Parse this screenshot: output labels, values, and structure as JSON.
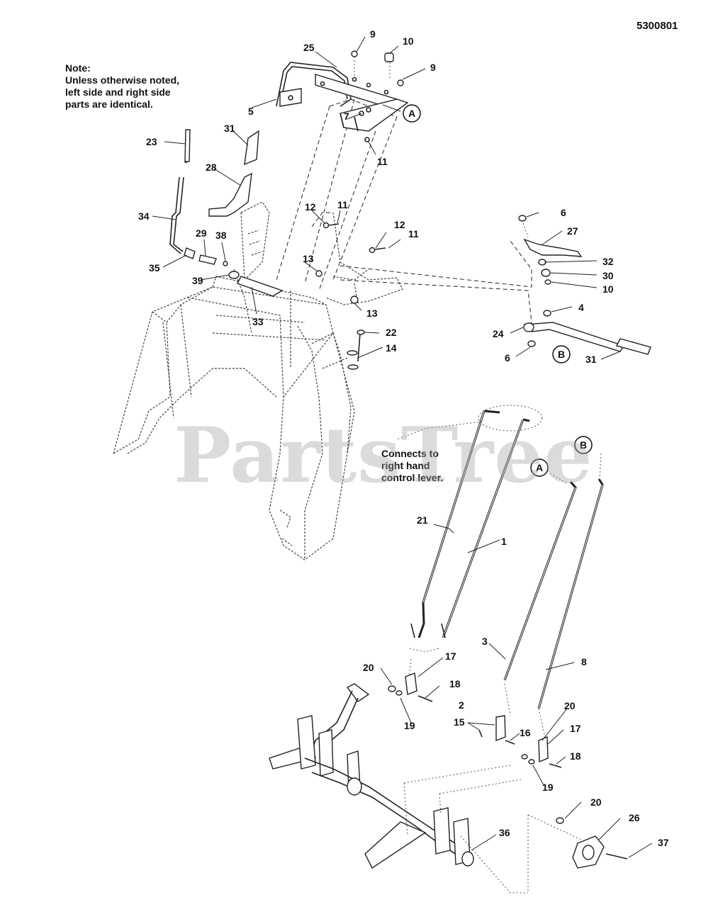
{
  "document": {
    "id": "5300801"
  },
  "note": {
    "heading": "Note:",
    "line1": "Unless otherwise noted,",
    "line2": "left side and right side",
    "line3": "parts are identical."
  },
  "callout": {
    "line1": "Connects to",
    "line2": "right hand",
    "line3": "control lever."
  },
  "watermark": "PartsTree",
  "refs": {
    "a": "A",
    "b": "B"
  },
  "labels": {
    "n1": "1",
    "n2": "2",
    "n3": "3",
    "n4": "4",
    "n5": "5",
    "n6a": "6",
    "n6b": "6",
    "n7": "7",
    "n8": "8",
    "n9a": "9",
    "n9b": "9",
    "n10a": "10",
    "n10b": "10",
    "n11a": "11",
    "n11b": "11",
    "n11c": "11",
    "n12a": "12",
    "n12b": "12",
    "n13a": "13",
    "n13b": "13",
    "n14": "14",
    "n15": "15",
    "n16": "16",
    "n17a": "17",
    "n17b": "17",
    "n18a": "18",
    "n18b": "18",
    "n19a": "19",
    "n19b": "19",
    "n20a": "20",
    "n20b": "20",
    "n20c": "20",
    "n21": "21",
    "n22": "22",
    "n23": "23",
    "n24": "24",
    "n25": "25",
    "n26": "26",
    "n27": "27",
    "n28": "28",
    "n29": "29",
    "n30": "30",
    "n31a": "31",
    "n31b": "31",
    "n32": "32",
    "n33": "33",
    "n34": "34",
    "n35": "35",
    "n36": "36",
    "n37": "37",
    "n38": "38",
    "n39": "39"
  }
}
